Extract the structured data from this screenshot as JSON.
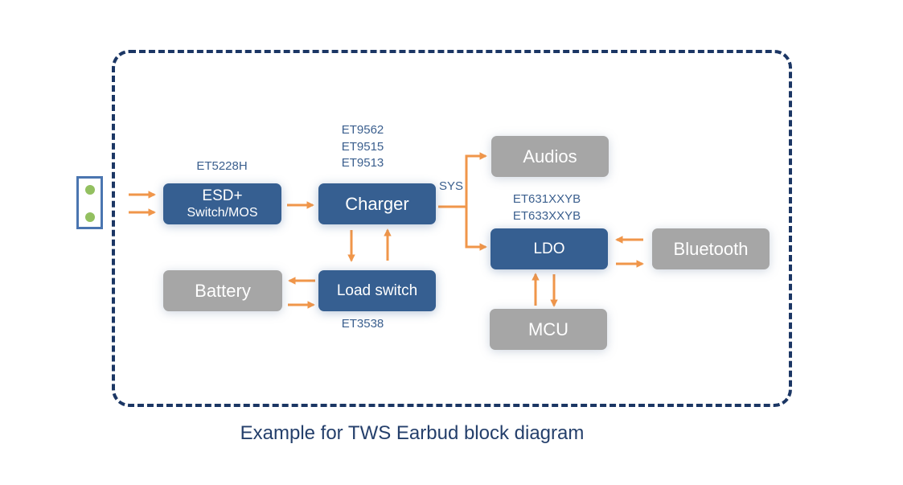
{
  "diagram": {
    "blocks": {
      "esd": {
        "line1": "ESD+",
        "line2": "Switch/MOS"
      },
      "charger": {
        "label": "Charger"
      },
      "load_switch": {
        "label": "Load switch"
      },
      "battery": {
        "label": "Battery"
      },
      "audios": {
        "label": "Audios"
      },
      "ldo": {
        "label": "LDO"
      },
      "bluetooth": {
        "label": "Bluetooth"
      },
      "mcu": {
        "label": "MCU"
      }
    },
    "part_numbers": {
      "esd": "ET5228H",
      "charger": [
        "ET9562",
        "ET9515",
        "ET9513"
      ],
      "load_switch": "ET3538",
      "ldo": [
        "ET631XXYB",
        "ET633XXYB"
      ]
    },
    "net_labels": {
      "sys": "SYS"
    },
    "caption": "Example for TWS Earbud block diagram"
  },
  "colors": {
    "frame": "#1b3664",
    "blue_block": "#365f91",
    "gray_block": "#a6a6a6",
    "arrow": "#f0964a",
    "part_text": "#3b5f8e",
    "connector_pin": "#93c060"
  }
}
